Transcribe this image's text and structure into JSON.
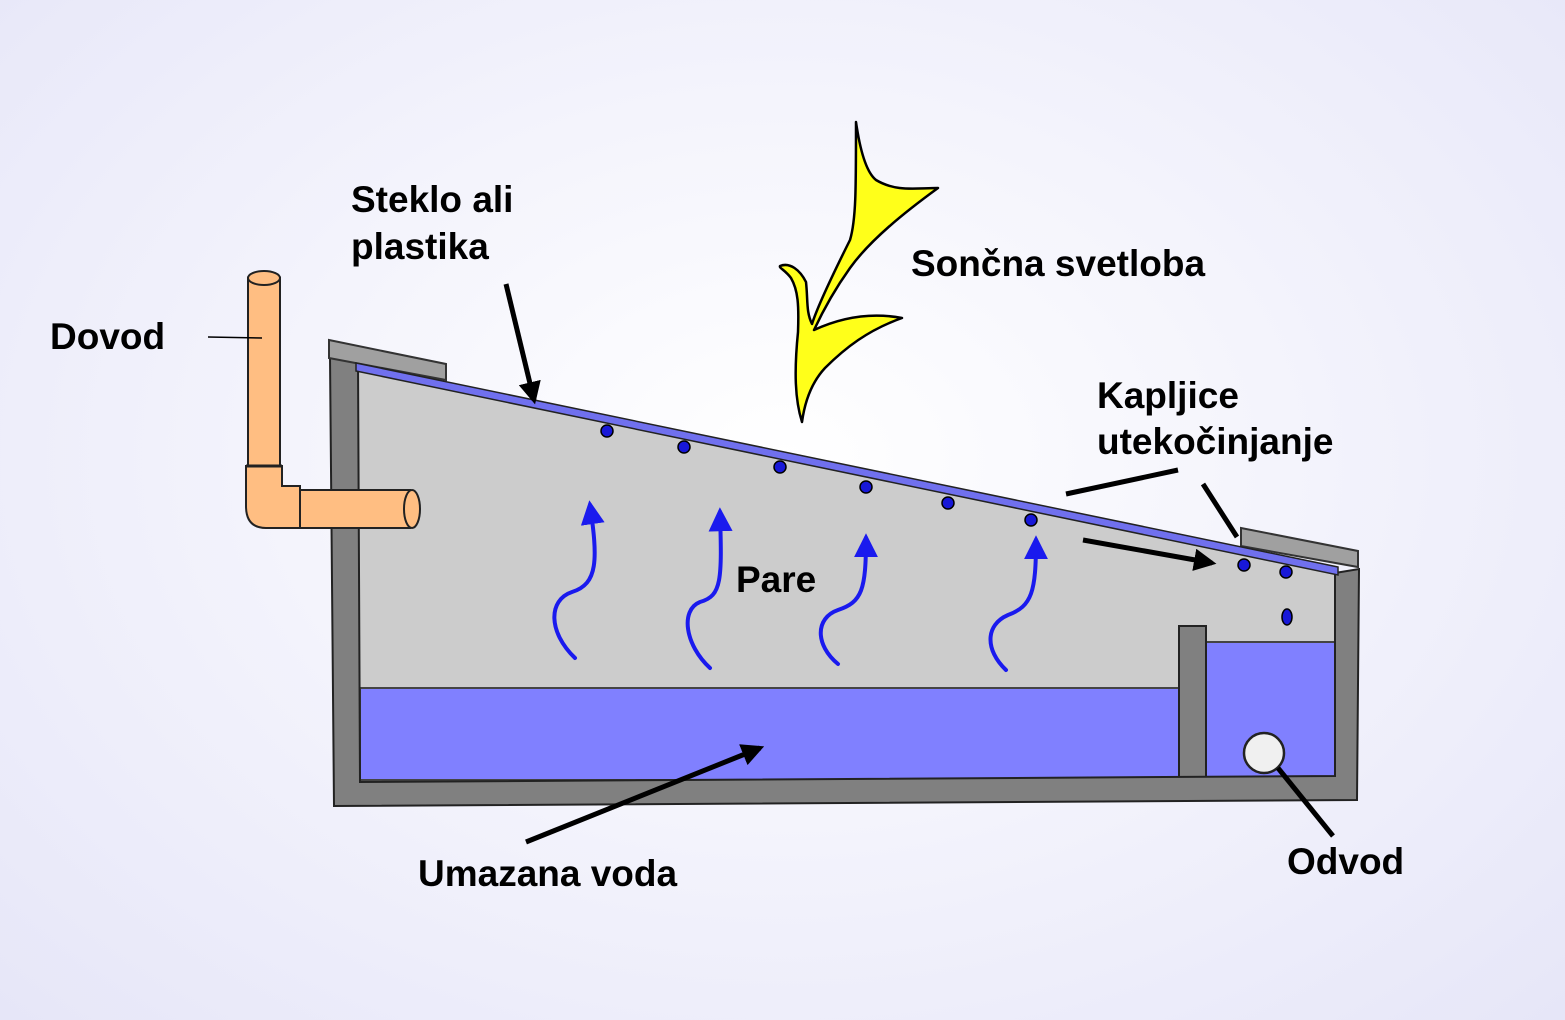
{
  "labels": {
    "inlet": "Dovod",
    "cover_line1": "Steklo ali",
    "cover_line2": "plastika",
    "sunlight": "Sončna svetloba",
    "droplets_line1": "Kapljice",
    "droplets_line2": "utekočinjanje",
    "vapor": "Pare",
    "dirty_water": "Umazana voda",
    "outlet": "Odvod"
  },
  "colors": {
    "background": "#eeeefa",
    "frame": "#808080",
    "air_space": "#cccccc",
    "glass": "#7070ee",
    "dirty_water": "#8080ff",
    "pipe": "#ffbe82",
    "sun": "#ffff1a",
    "steam": "#1a1aee",
    "droplet": "#1818d8"
  },
  "icons": [
    "sunlight-bolt-icon",
    "steam-arrow-icon",
    "droplet-icon",
    "inlet-pipe-icon",
    "outlet-drain-icon"
  ]
}
